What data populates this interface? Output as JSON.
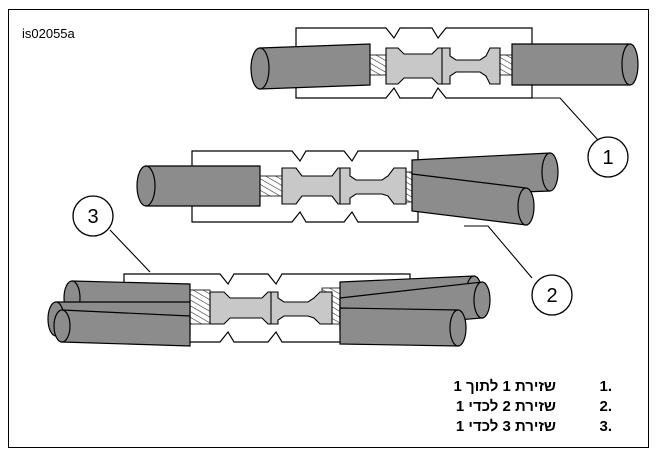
{
  "figure_id": "is02055a",
  "callouts": [
    "1",
    "2",
    "3"
  ],
  "legend": [
    {
      "number": "1.",
      "text": "שזירת 1 לתוך 1"
    },
    {
      "number": "2.",
      "text": "שזירת 2 לכדי 1"
    },
    {
      "number": "3.",
      "text": "שזירת 3 לכדי 1"
    }
  ],
  "colors": {
    "wire_fill": "#8c8c8c",
    "connector_fill": "#c8c8c8",
    "outline": "#000000",
    "sleeve_fill": "#ffffff"
  }
}
